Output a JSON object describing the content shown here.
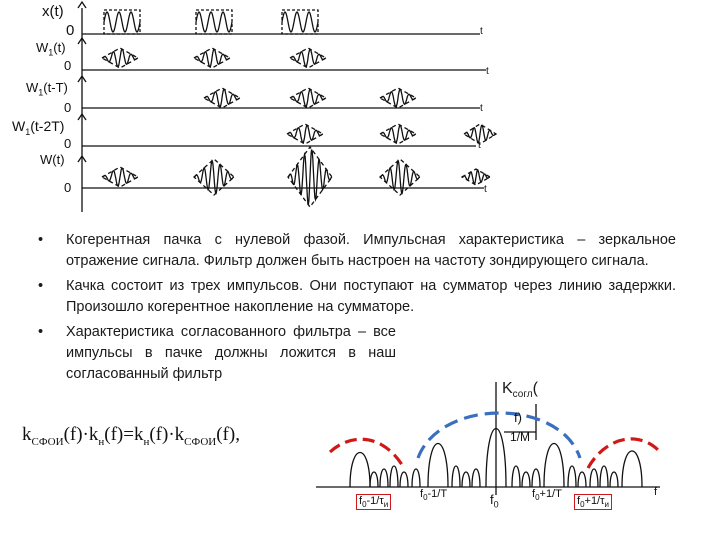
{
  "signal_labels": {
    "x": "x(t)",
    "w1": "W1(t)",
    "w1_t": "W1(t-T)",
    "w1_2t": "W1(t-2T)",
    "w": "W(t)",
    "zero": "0",
    "t": "t"
  },
  "bullets": [
    "Когерентная пачка с нулевой фазой. Импульсная характеристика – зеркальное отражение сигнала. Фильтр должен быть настроен на частоту зондирующего сигнала.",
    "Качка состоит из трех импульсов. Они поступают на сумматор через линию задержки. Произошло когерентное накопление на сумматоре.",
    "Характеристика согласованного фильтра – все импульсы в пачке должны ложится в наш согласованный фильтр"
  ],
  "bullet_symbol": "•",
  "formula": {
    "k1": "k",
    "s1": "СФОИ",
    "m1": "(f)·k",
    "s2": "н",
    "m2": "(f)=k",
    "s3": "н",
    "m3": "(f)·k",
    "s4": "СФОИ",
    "m4": "(f),"
  },
  "spectrum": {
    "k_label": "K",
    "k_sub": "согл",
    "k_tail": "(",
    "f_paren": "f)",
    "one_over_m": "1/M",
    "f_axis": "f",
    "f0": "f",
    "f0_sub": "0",
    "left_red": "f0-1/τи",
    "left_red_a": "f",
    "left_red_a_sub": "0",
    "left_red_b": "-1/τ",
    "left_red_b_sub": "и",
    "left_black_a": "f",
    "left_black_a_sub": "0",
    "left_black_b": "-1/T",
    "right_black_a": "f",
    "right_black_a_sub": "0",
    "right_black_b": "+1/T",
    "right_red_a": "f",
    "right_red_a_sub": "0",
    "right_red_b": "+1/τ",
    "right_red_b_sub": "и"
  },
  "colors": {
    "red": "#d01818",
    "blue": "#3a6fc0",
    "ink": "#111111"
  }
}
